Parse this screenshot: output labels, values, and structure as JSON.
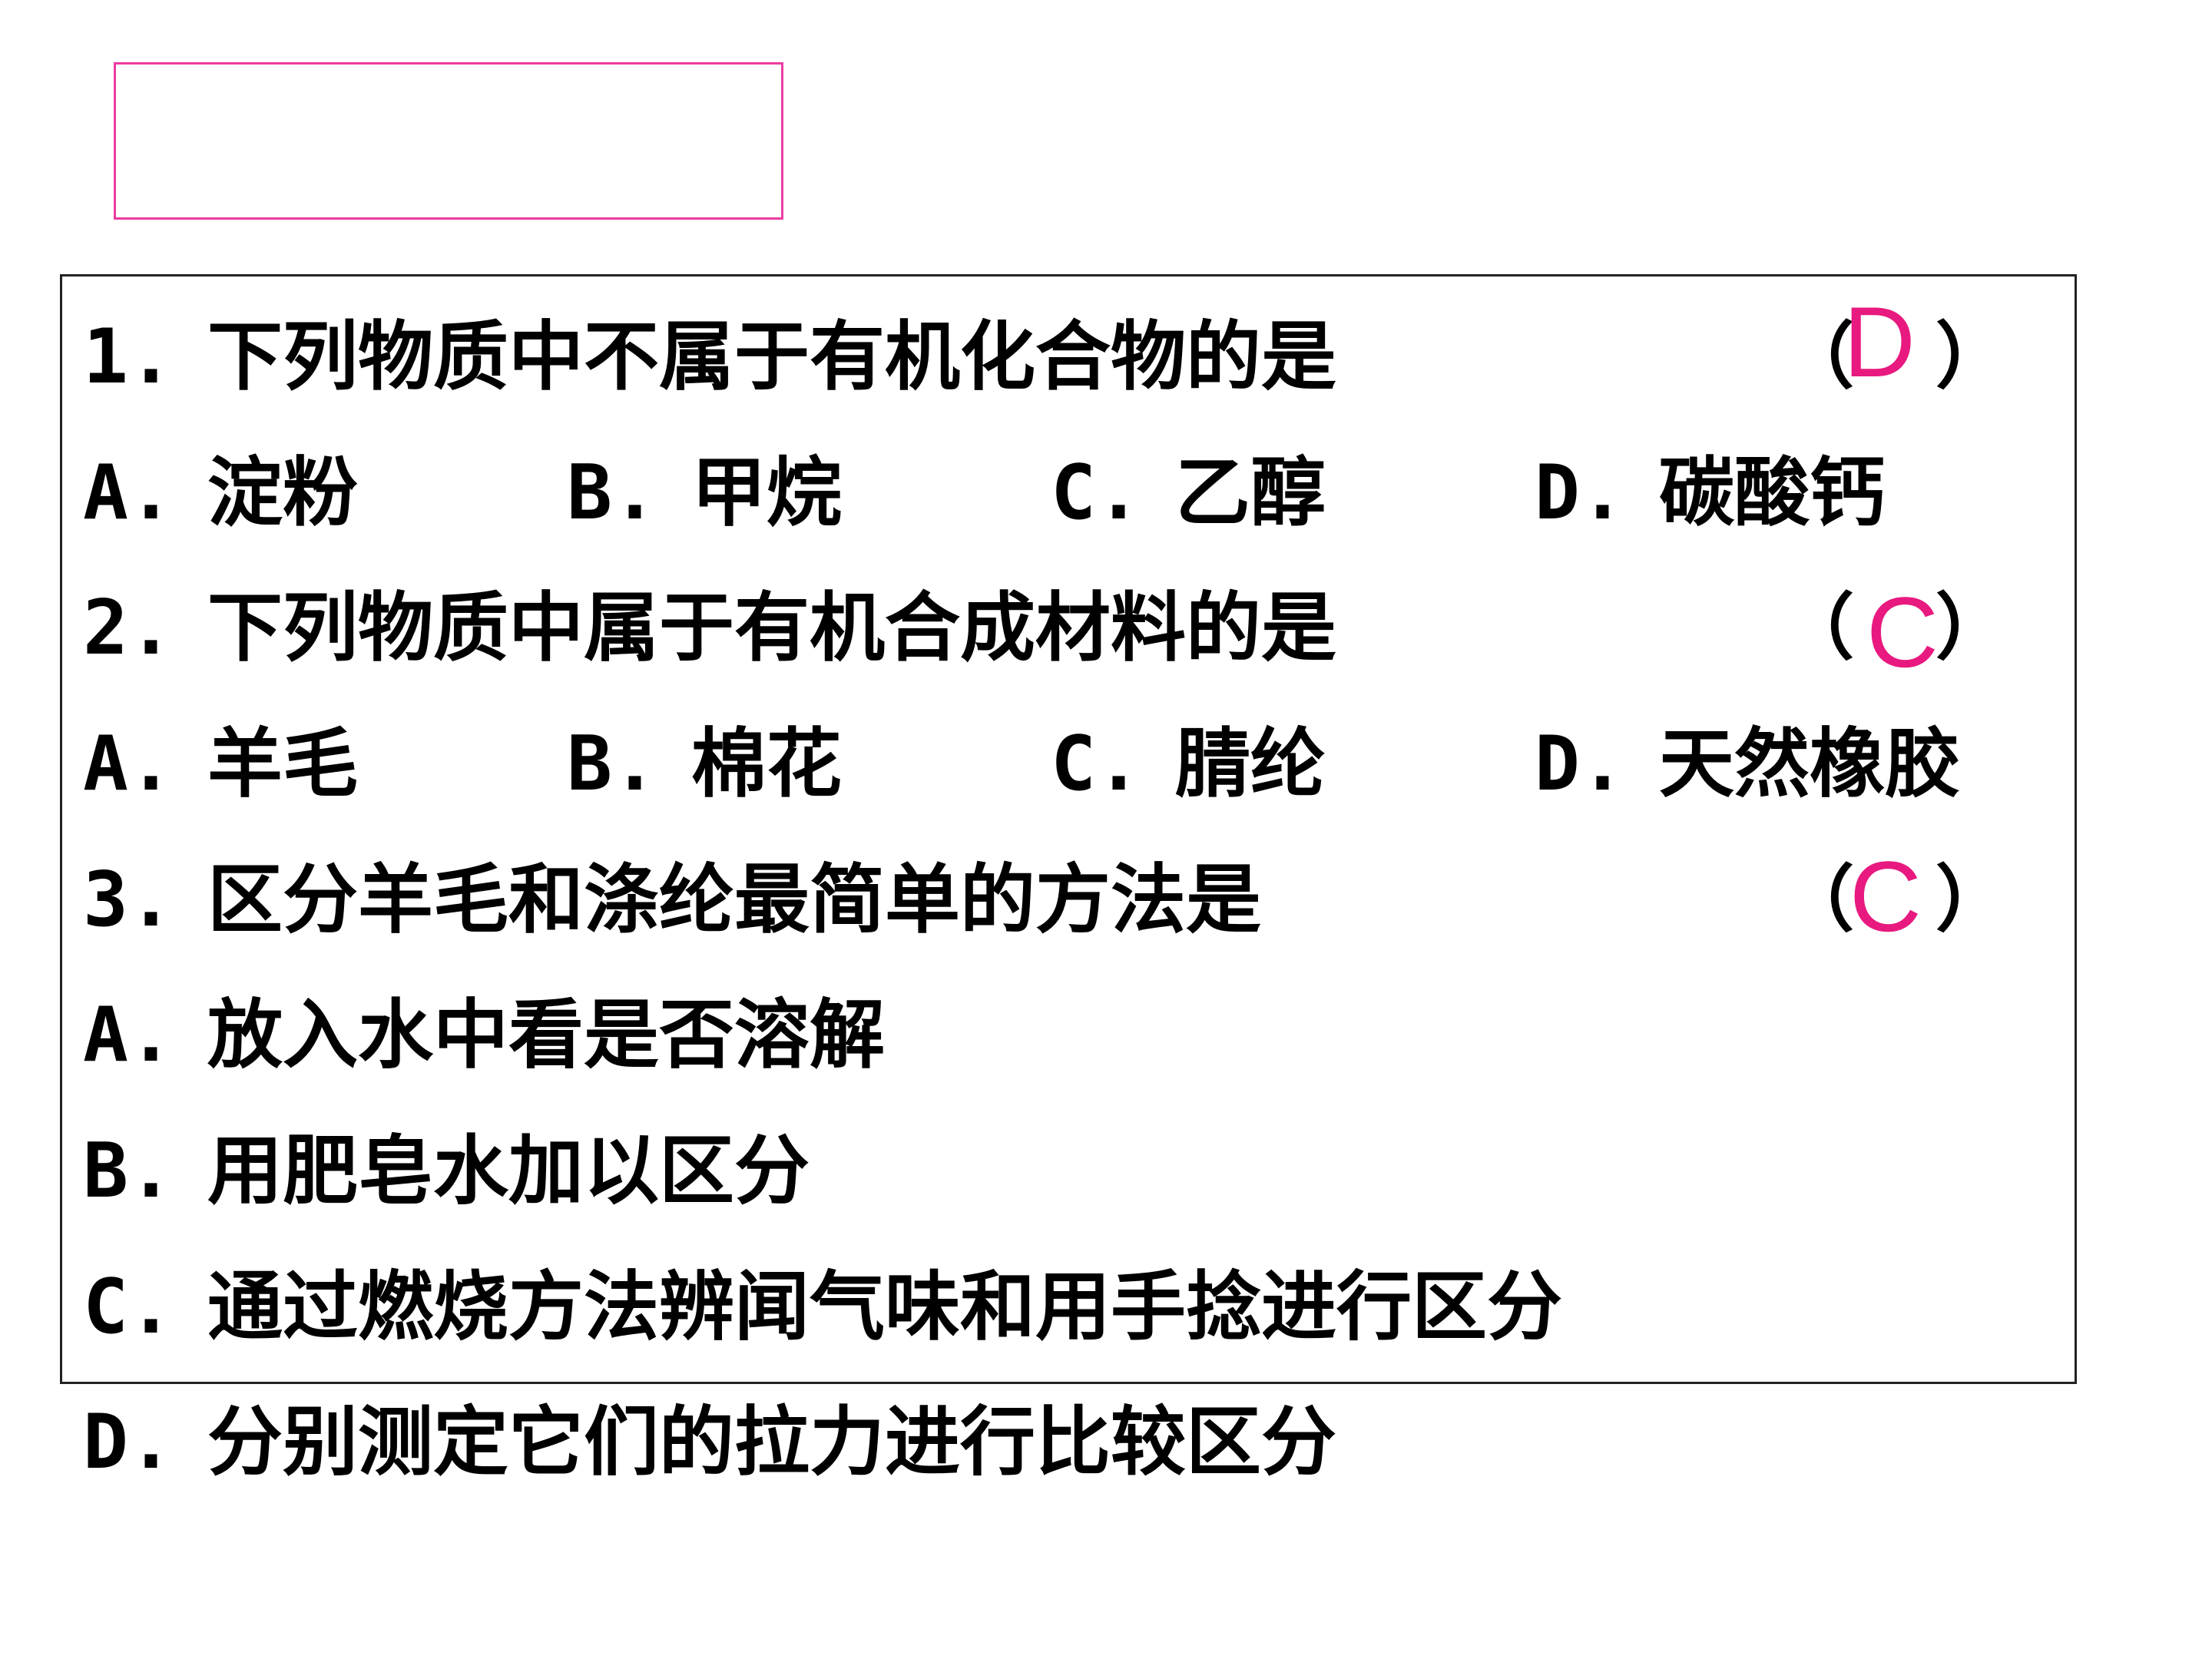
{
  "questions": [
    {
      "number": "1.",
      "stem": "下列物质中不属于有机化合物的是",
      "paren_open": "（",
      "paren_close": "）",
      "answer": "D",
      "options": [
        {
          "letter": "A.",
          "text": "淀粉"
        },
        {
          "letter": "B.",
          "text": "甲烷"
        },
        {
          "letter": "C.",
          "text": "乙醇"
        },
        {
          "letter": "D.",
          "text": "碳酸钙"
        }
      ]
    },
    {
      "number": "2.",
      "stem": "下列物质中属于有机合成材料的是",
      "paren_open": "（",
      "paren_close": "）",
      "answer": "C",
      "options": [
        {
          "letter": "A.",
          "text": "羊毛"
        },
        {
          "letter": "B.",
          "text": "棉花"
        },
        {
          "letter": "C.",
          "text": "腈纶"
        },
        {
          "letter": "D.",
          "text": "天然橡胶"
        }
      ]
    },
    {
      "number": "3.",
      "stem": "区分羊毛和涤纶最简单的方法是",
      "paren_open": "（",
      "paren_close": "）",
      "answer": "C",
      "options": [
        {
          "letter": "A.",
          "text": "放入水中看是否溶解"
        },
        {
          "letter": "B.",
          "text": "用肥皂水加以区分"
        },
        {
          "letter": "C.",
          "text": "通过燃烧方法辨闻气味和用手捻进行区分"
        },
        {
          "letter": "D.",
          "text": "分别测定它们的拉力进行比较区分"
        }
      ]
    }
  ],
  "colors": {
    "answer": "#e8197f",
    "title_box_border": "#ec3ca0",
    "frame_border": "#222222"
  }
}
